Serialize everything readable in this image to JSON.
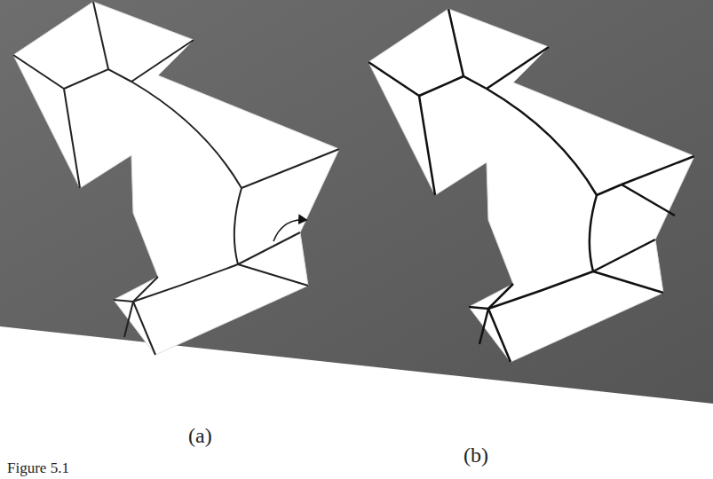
{
  "diagram": {
    "labels": [
      "(a)",
      "(b)",
      "Figure 5.1"
    ]
  }
}
